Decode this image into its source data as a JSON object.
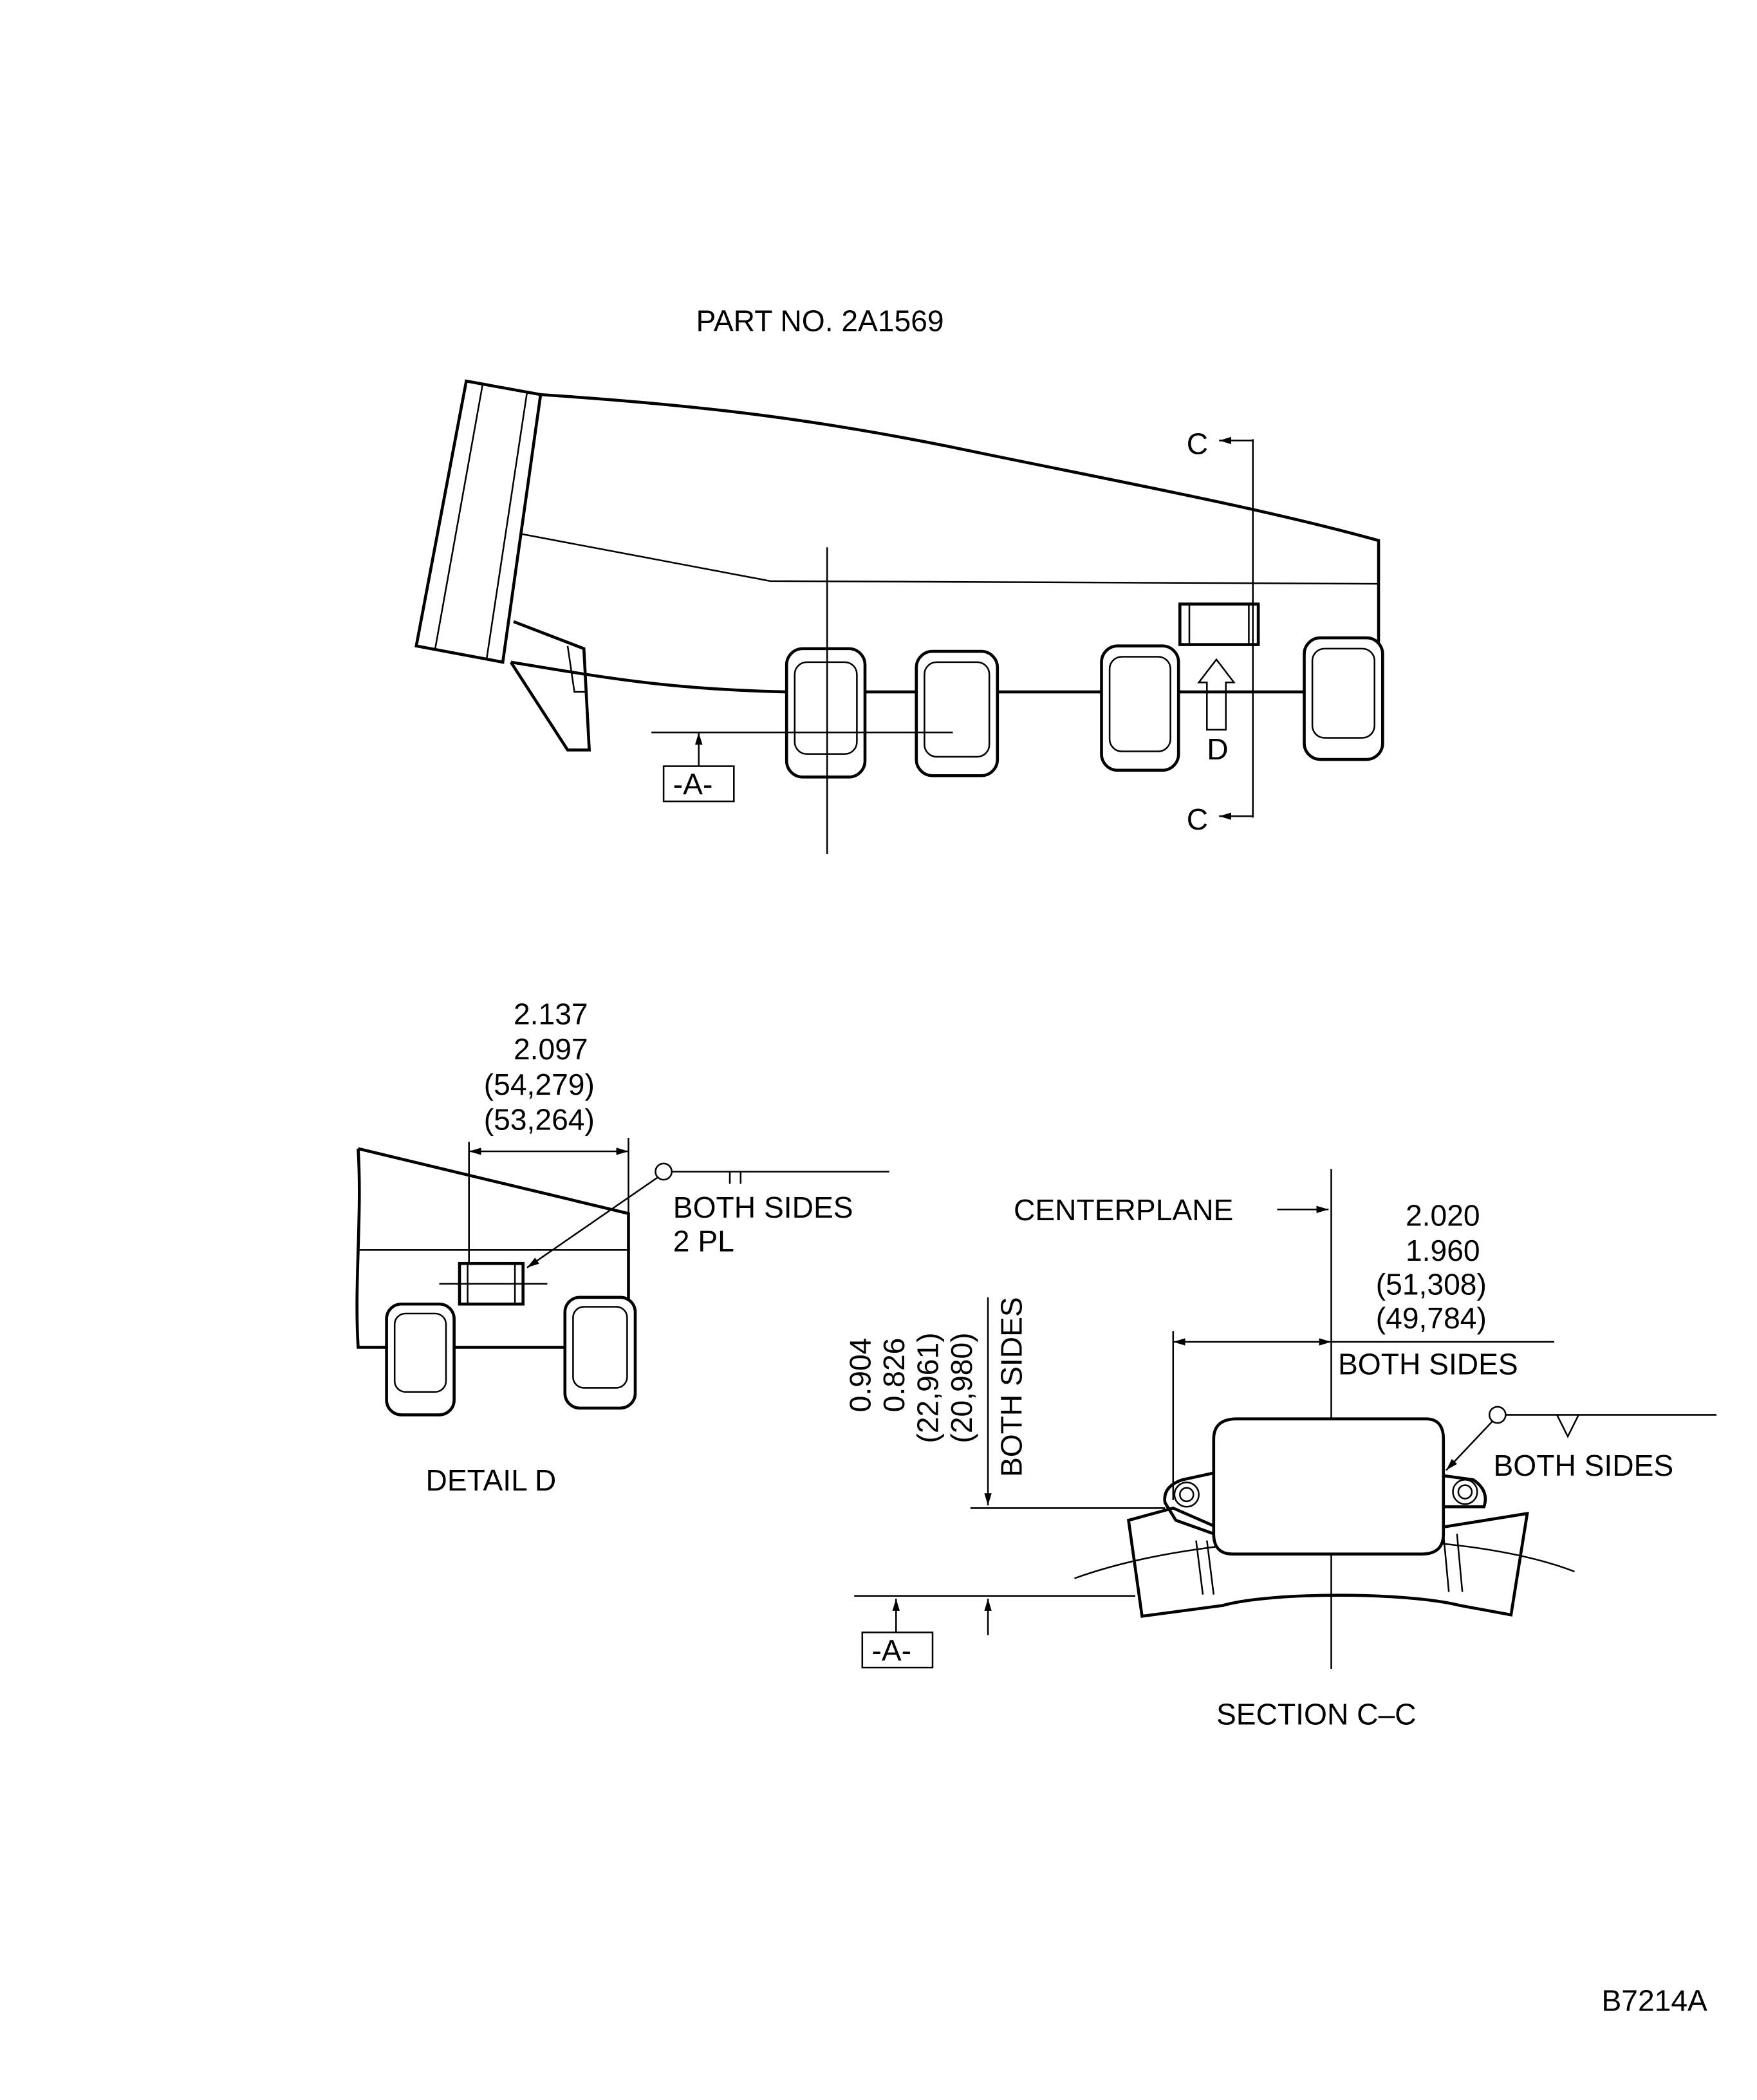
{
  "main_view": {
    "title": "PART NO. 2A1569",
    "datum_label": "-A-",
    "section_label_top": "C",
    "section_label_bottom": "C",
    "detail_label": "D"
  },
  "detail_d": {
    "dim_max_in": "2.137",
    "dim_min_in": "2.097",
    "dim_max_mm": "(54,279)",
    "dim_min_mm": "(53,264)",
    "weld_note": "BOTH SIDES",
    "weld_count": "2 PL",
    "caption": "DETAIL D"
  },
  "section_cc": {
    "centerplane_label": "CENTERPLANE",
    "width_max_in": "2.020",
    "width_min_in": "1.960",
    "width_max_mm": "(51,308)",
    "width_min_mm": "(49,784)",
    "width_note": "BOTH SIDES",
    "height_max_in": "0.904",
    "height_min_in": "0.826",
    "height_max_mm": "(22,961)",
    "height_min_mm": "(20,980)",
    "height_note": "BOTH SIDES",
    "weld_note": "BOTH SIDES",
    "datum_label": "-A-",
    "caption": "SECTION C–C"
  },
  "figure_id": "B7214A"
}
